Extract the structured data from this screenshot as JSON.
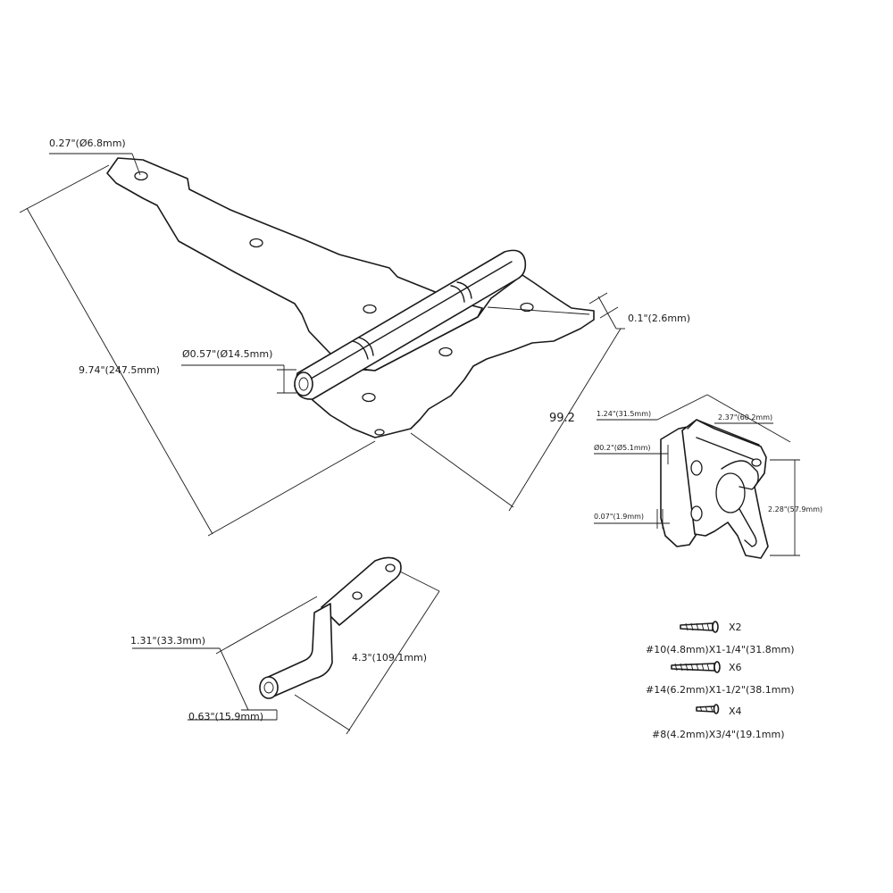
{
  "hinge": {
    "hole_dia": "0.27\"(Ø6.8mm)",
    "length": "9.74\"(247.5mm)",
    "pin_dia": "Ø0.57\"(Ø14.5mm)",
    "thickness": "0.1\"(2.6mm)",
    "width": "99.2"
  },
  "latch": {
    "depth": "1.24\"(31.5mm)",
    "width": "2.37\"(60.2mm)",
    "hole_dia": "Ø0.2\"(Ø5.1mm)",
    "thickness": "0.07\"(1.9mm)",
    "height": "2.28\"(57.9mm)"
  },
  "handle": {
    "offset": "1.31\"(33.3mm)",
    "length": "4.3\"(109.1mm)",
    "rod_dia": "0.63\"(15.9mm)"
  },
  "screws": [
    {
      "qty": "X2",
      "spec": "#10(4.8mm)X1-1/4\"(31.8mm)"
    },
    {
      "qty": "X6",
      "spec": "#14(6.2mm)X1-1/2\"(38.1mm)"
    },
    {
      "qty": "X4",
      "spec": "#8(4.2mm)X3/4\"(19.1mm)"
    }
  ]
}
